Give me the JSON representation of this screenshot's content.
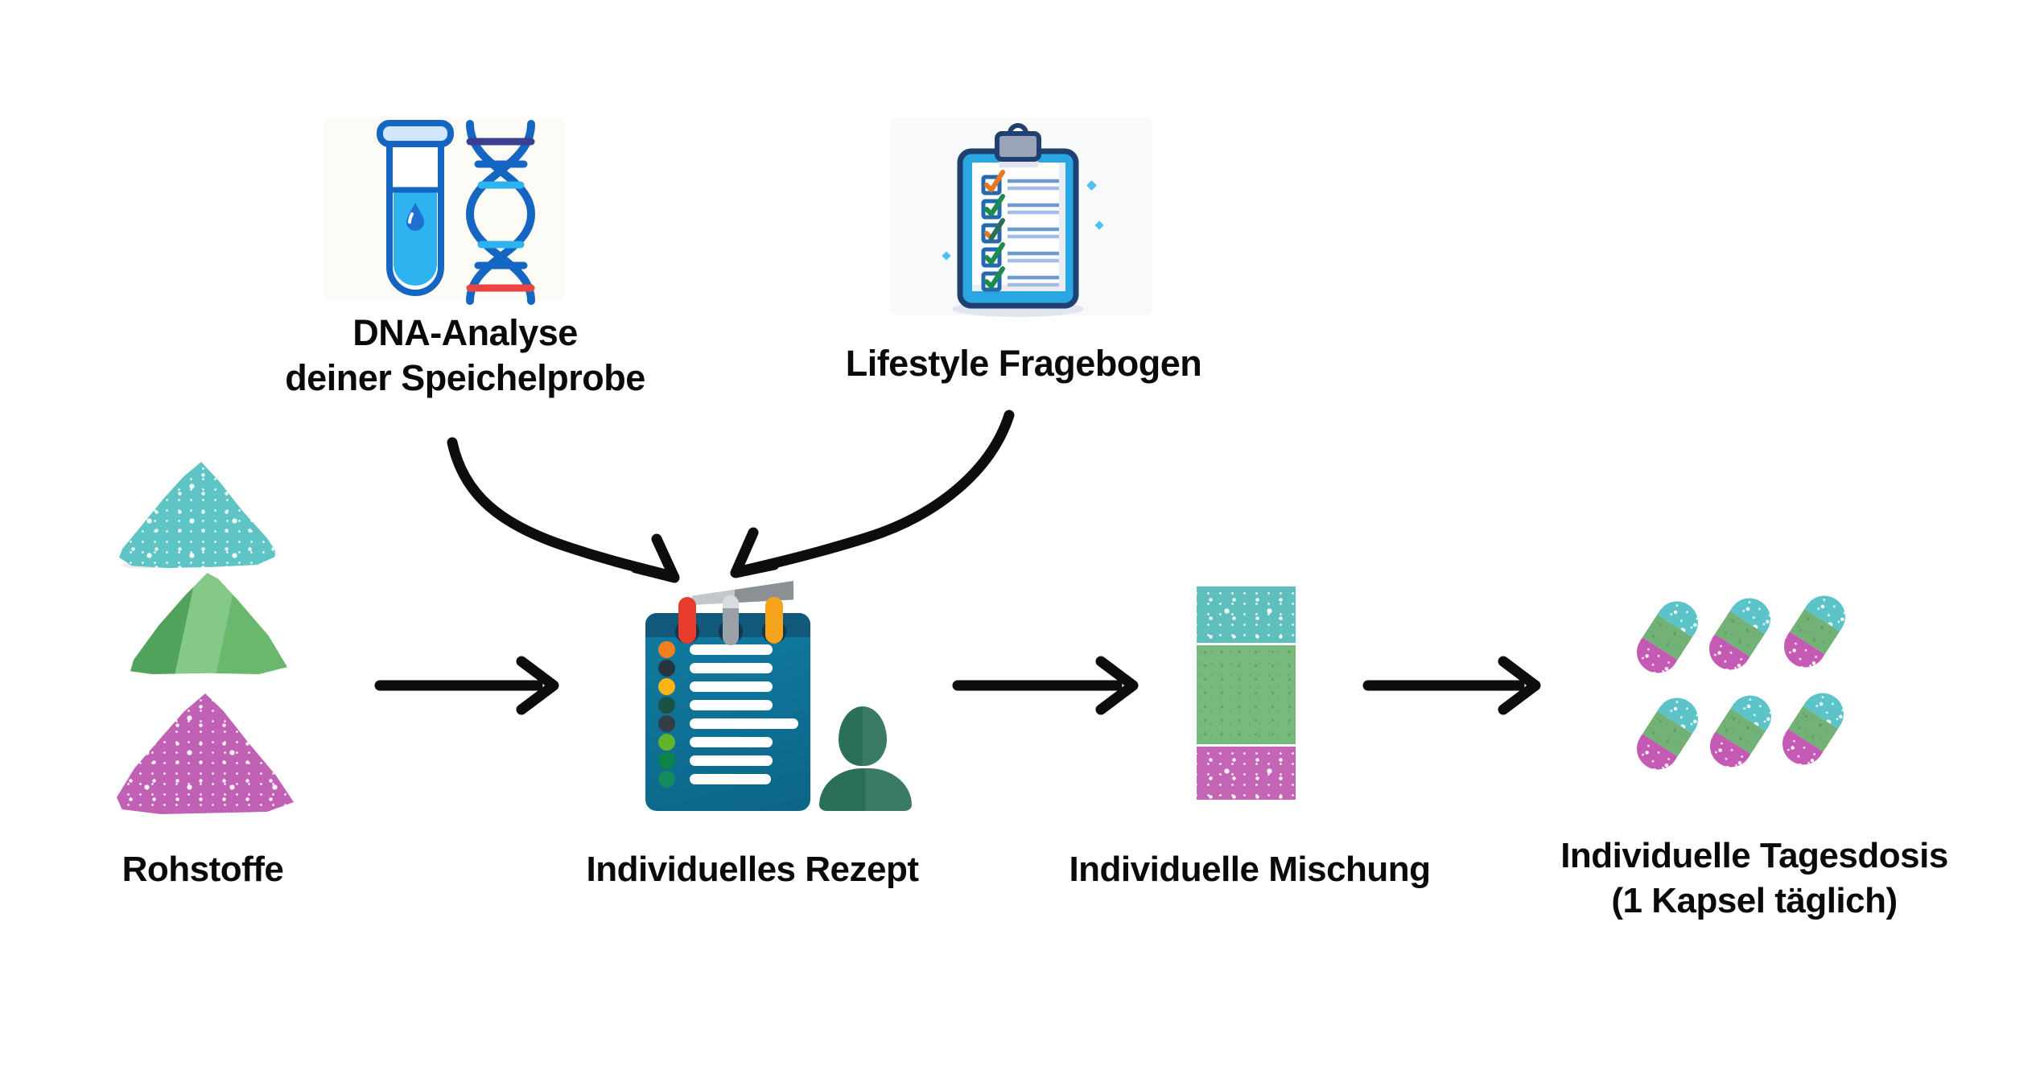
{
  "diagram": {
    "inputs": {
      "dna": {
        "icon": "dna-saliva-test-icon",
        "line1": "DNA-Analyse",
        "line2": "deiner Speichelprobe"
      },
      "lifestyle": {
        "icon": "clipboard-checklist-icon",
        "label": "Lifestyle Fragebogen"
      }
    },
    "stages": {
      "rohstoffe": {
        "icon": "powder-piles-icon",
        "label": "Rohstoffe",
        "pile_count": 3
      },
      "rezept": {
        "icon": "recipe-board-icon",
        "label": "Individuelles Rezept"
      },
      "mischung": {
        "icon": "mix-column-icon",
        "label": "Individuelle Mischung"
      },
      "tagesdosis": {
        "icon": "capsules-icon",
        "line1": "Individuelle Tagesdosis",
        "line2": "(1 Kapsel täglich)",
        "capsule_count": 6
      }
    }
  },
  "recipe_icon": {
    "bullet_colors": [
      "#f57f20",
      "#28343f",
      "#fbb515",
      "#1b5244",
      "#333d46",
      "#63b32d",
      "#0c8347",
      "#168b5e"
    ],
    "bar_widths": [
      103,
      103,
      103,
      103,
      135,
      103,
      103,
      101
    ]
  },
  "checklist_icon": {
    "row_count": 5,
    "row_check_colors": [
      "orange",
      "green",
      "orange-green",
      "green",
      "green"
    ]
  },
  "colors": {
    "text": "#0a0a0a",
    "arrow": "#0d0d0d",
    "powder_teal": "#5ec5c4",
    "powder_green": "#6ab86d",
    "powder_green_dark": "#51a35b",
    "powder_green_light": "#84c987",
    "powder_magenta": "#c161b5",
    "mix_teal": "#5fbfbc",
    "mix_green": "#78ba7b",
    "mix_magenta": "#c465b6",
    "capsule_teal": "#5cc4c9",
    "capsule_green": "#73b276",
    "capsule_magenta": "#c45ab3",
    "board": "#0e7094",
    "board_top": "#11597b",
    "pin_red": "#e73b2e",
    "pin_gray": "#9aa1a7",
    "pin_gray_light": "#d8dcdf",
    "pin_orange": "#f6a41b",
    "pin_ring": "#12364a",
    "person_dark": "#2b6f57",
    "person_light": "#3b7b64",
    "dna_blue": "#1566c2",
    "dna_cap": "#cfe6fb",
    "dna_lightblue": "#2fb3f0",
    "dna_drop": "#2070cf",
    "dna_navy": "#3c3f90",
    "dna_red": "#e84543",
    "clip_frame": "#2aa7e2",
    "clip_border": "#20416f",
    "clip_gray": "#9aa3b8",
    "paper_shadow": "#e9edf4",
    "clip_shadow": "#e2e6f1",
    "check_orange": "#e87722",
    "check_green": "#1d8a4e",
    "check_dark": "#2b6e57",
    "box_blue": "#2468ae",
    "line_blue": "#6b9bd2",
    "line_blue_light": "#a3bde6",
    "sparkle": "#4fc0ee",
    "card_cream": "#fcfbf5",
    "card_gray": "#f8f9fb"
  }
}
